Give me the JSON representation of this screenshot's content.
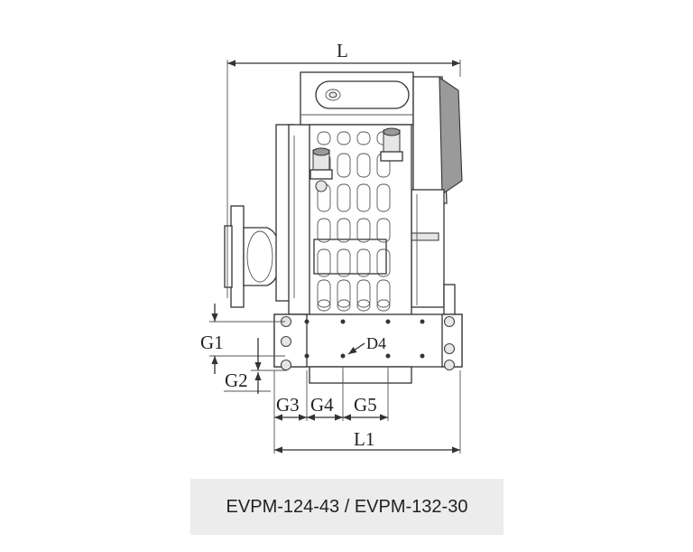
{
  "dimensions": {
    "L": "L",
    "L1": "L1",
    "G1": "G1",
    "G2": "G2",
    "G3": "G3",
    "G4": "G4",
    "G5": "G5",
    "D4": "D4"
  },
  "caption": "EVPM-124-43 / EVPM-132-30"
}
